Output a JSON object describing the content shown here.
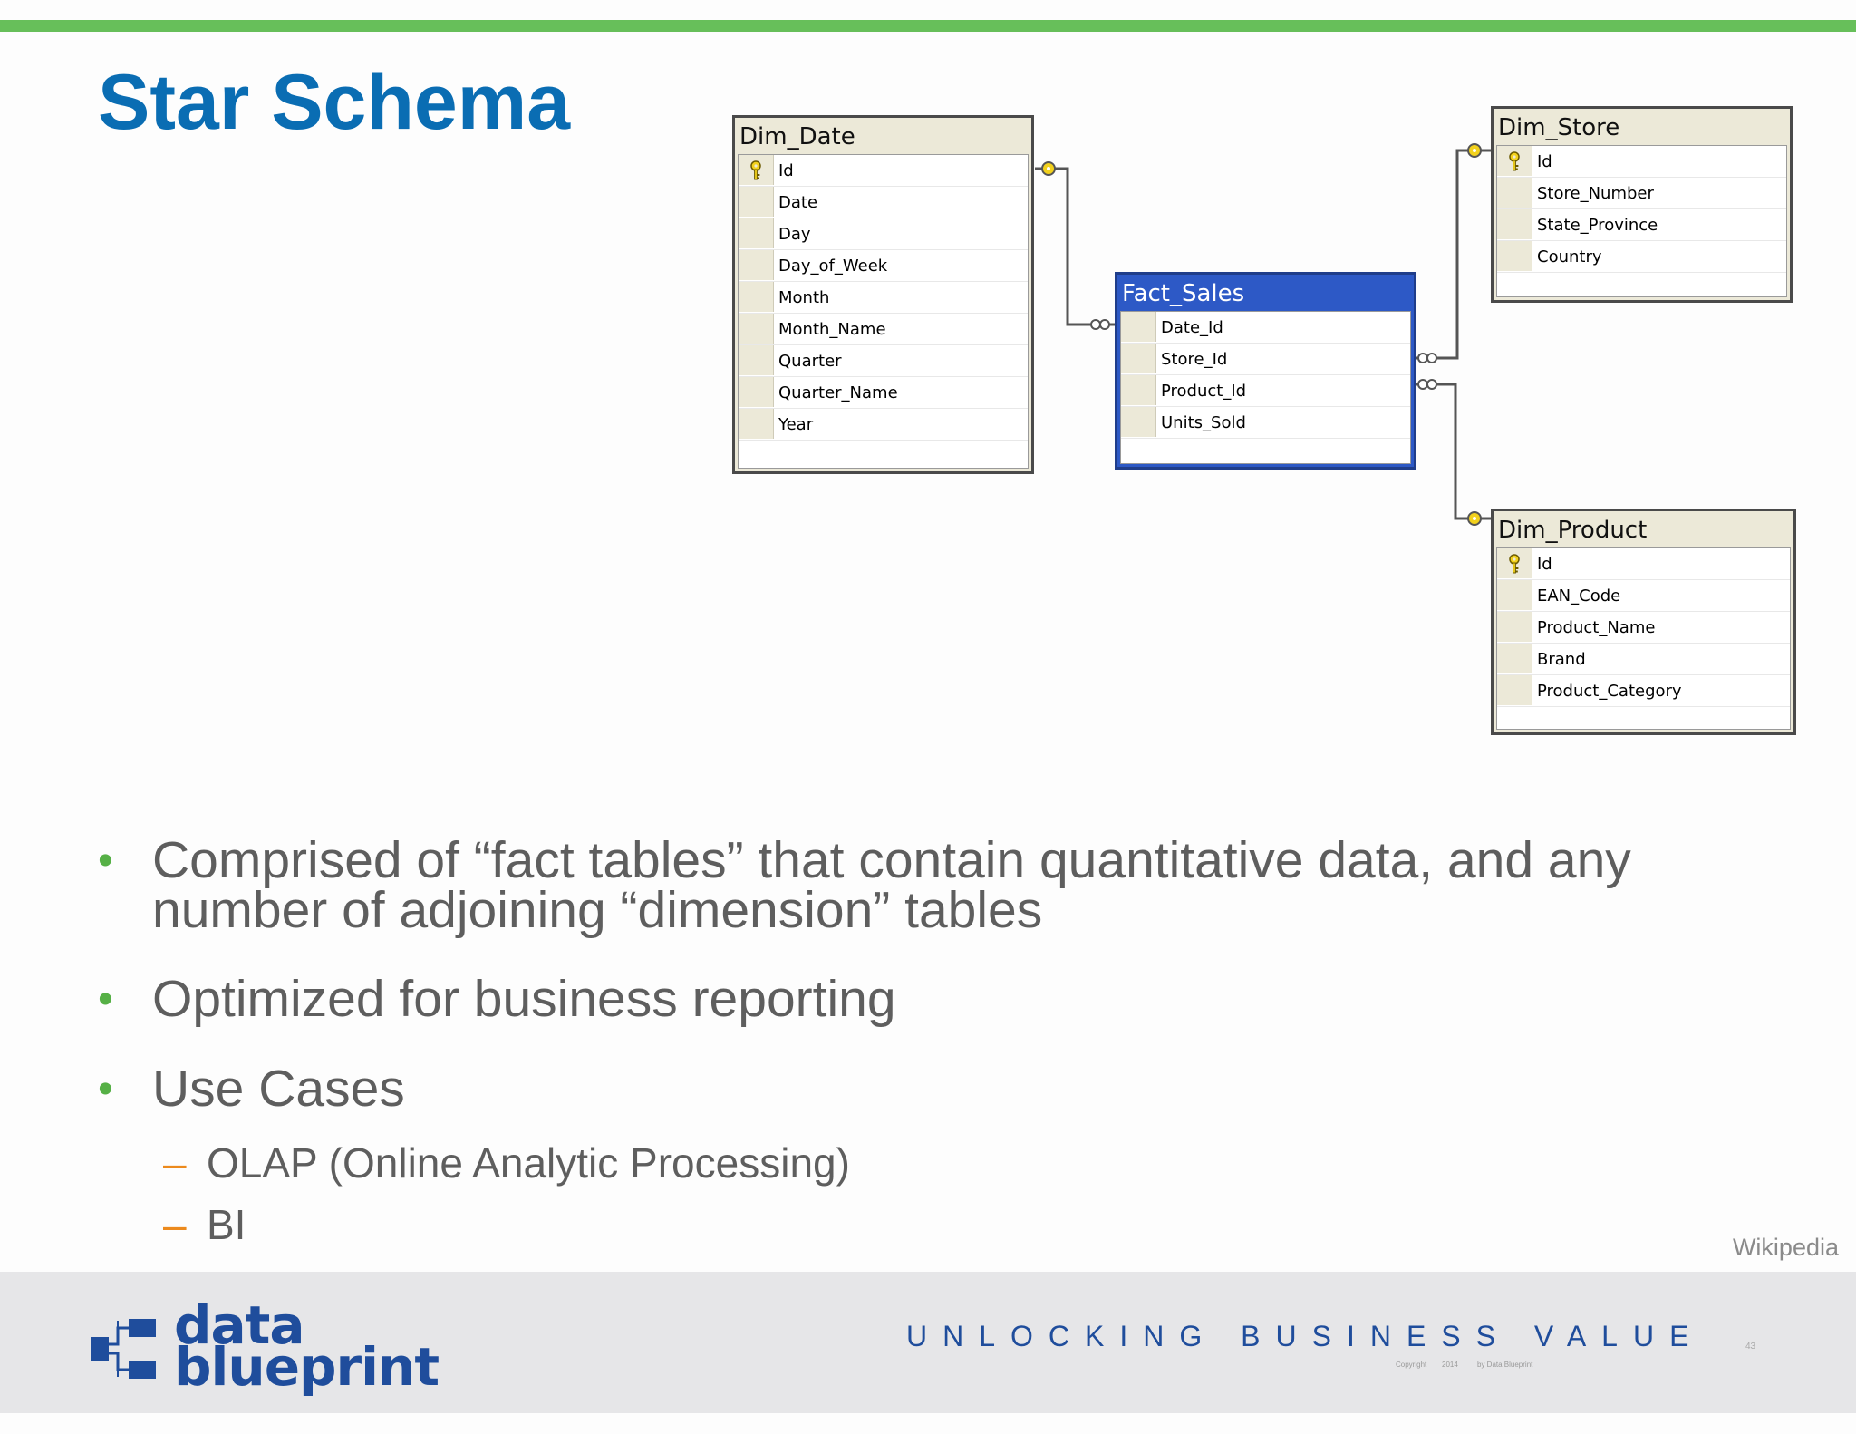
{
  "slide": {
    "title": "Star Schema",
    "source_note": "Wikipedia"
  },
  "diagram": {
    "tables": [
      {
        "name": "Dim_Date",
        "primary_key": "Id",
        "columns": [
          "Id",
          "Date",
          "Day",
          "Day_of_Week",
          "Month",
          "Month_Name",
          "Quarter",
          "Quarter_Name",
          "Year"
        ]
      },
      {
        "name": "Fact_Sales",
        "selected": true,
        "columns": [
          "Date_Id",
          "Store_Id",
          "Product_Id",
          "Units_Sold"
        ]
      },
      {
        "name": "Dim_Store",
        "primary_key": "Id",
        "columns": [
          "Id",
          "Store_Number",
          "State_Province",
          "Country"
        ]
      },
      {
        "name": "Dim_Product",
        "primary_key": "Id",
        "columns": [
          "Id",
          "EAN_Code",
          "Product_Name",
          "Brand",
          "Product_Category"
        ]
      }
    ],
    "relationships": [
      {
        "from": "Fact_Sales.Date_Id",
        "to": "Dim_Date.Id",
        "cardinality": "many-to-one"
      },
      {
        "from": "Fact_Sales.Store_Id",
        "to": "Dim_Store.Id",
        "cardinality": "many-to-one"
      },
      {
        "from": "Fact_Sales.Product_Id",
        "to": "Dim_Product.Id",
        "cardinality": "many-to-one"
      }
    ],
    "colors": {
      "header": "#ece9d8",
      "selected_header": "#2d59c6",
      "key_icon": "#f2d11c",
      "connector": "#555555"
    }
  },
  "bullets": [
    {
      "text": "Comprised of “fact tables” that contain quantitative data, and any number of adjoining “dimension” tables"
    },
    {
      "text": "Optimized for business reporting"
    },
    {
      "text": "Use Cases",
      "sub": [
        "OLAP (Online Analytic Processing)",
        "BI"
      ]
    }
  ],
  "footer": {
    "logo_line1": "data",
    "logo_line2": "blueprint",
    "tagline": "UNLOCKING BUSINESS VALUE",
    "copyright_word": "Copyright",
    "copyright_year": "2014",
    "copyright_owner": "by Data Blueprint",
    "page_number": "43"
  },
  "colors": {
    "accent_bar": "#67bf5a",
    "title": "#0a6db3",
    "bullet_dot": "#56b046",
    "sub_dash": "#ec8a1d",
    "body_text": "#5e5e5e",
    "brand": "#1f4d9c"
  }
}
